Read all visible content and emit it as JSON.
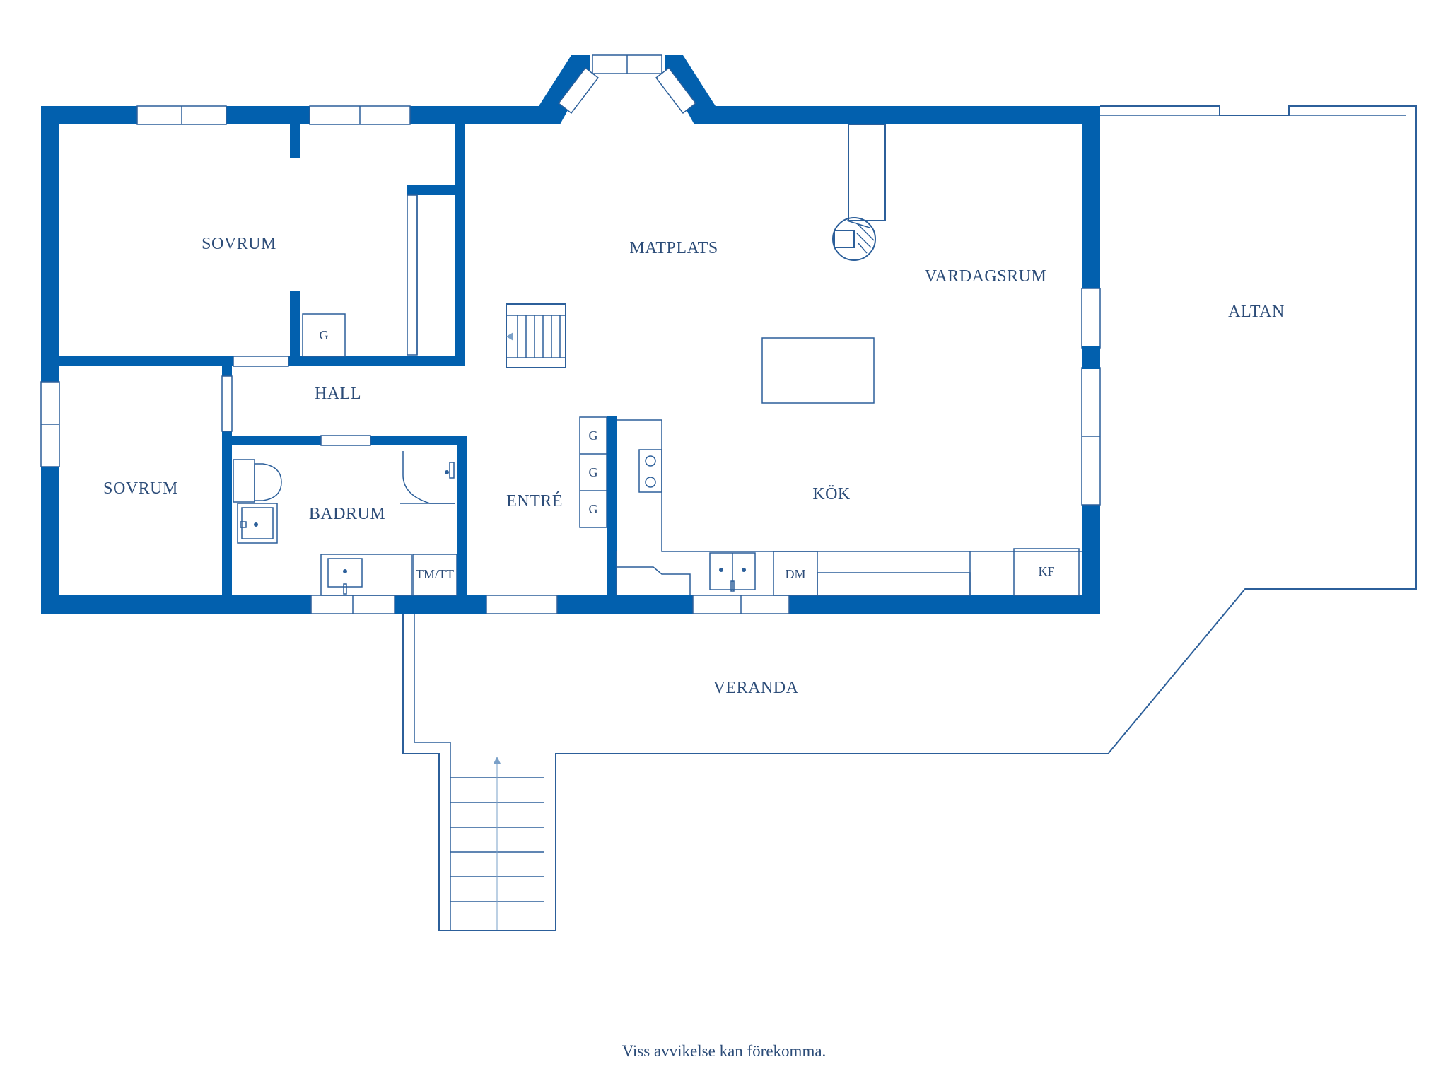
{
  "rooms": {
    "sovrum_1": "SOVRUM",
    "sovrum_2": "SOVRUM",
    "matplats": "MATPLATS",
    "vardagsrum": "VARDAGSRUM",
    "altan": "ALTAN",
    "hall": "HALL",
    "badrum": "BADRUM",
    "entre": "ENTRÉ",
    "kok": "KÖK",
    "veranda": "VERANDA"
  },
  "fixtures": {
    "wardrobe": "G",
    "tm_tt": "TM/TT",
    "dm": "DM",
    "kf": "KF"
  },
  "footer": {
    "disclaimer": "Viss avvikelse kan förekomma."
  },
  "colors": {
    "wall": "#0260ae",
    "line": "#2c5f9a",
    "text": "#2c4c78"
  }
}
